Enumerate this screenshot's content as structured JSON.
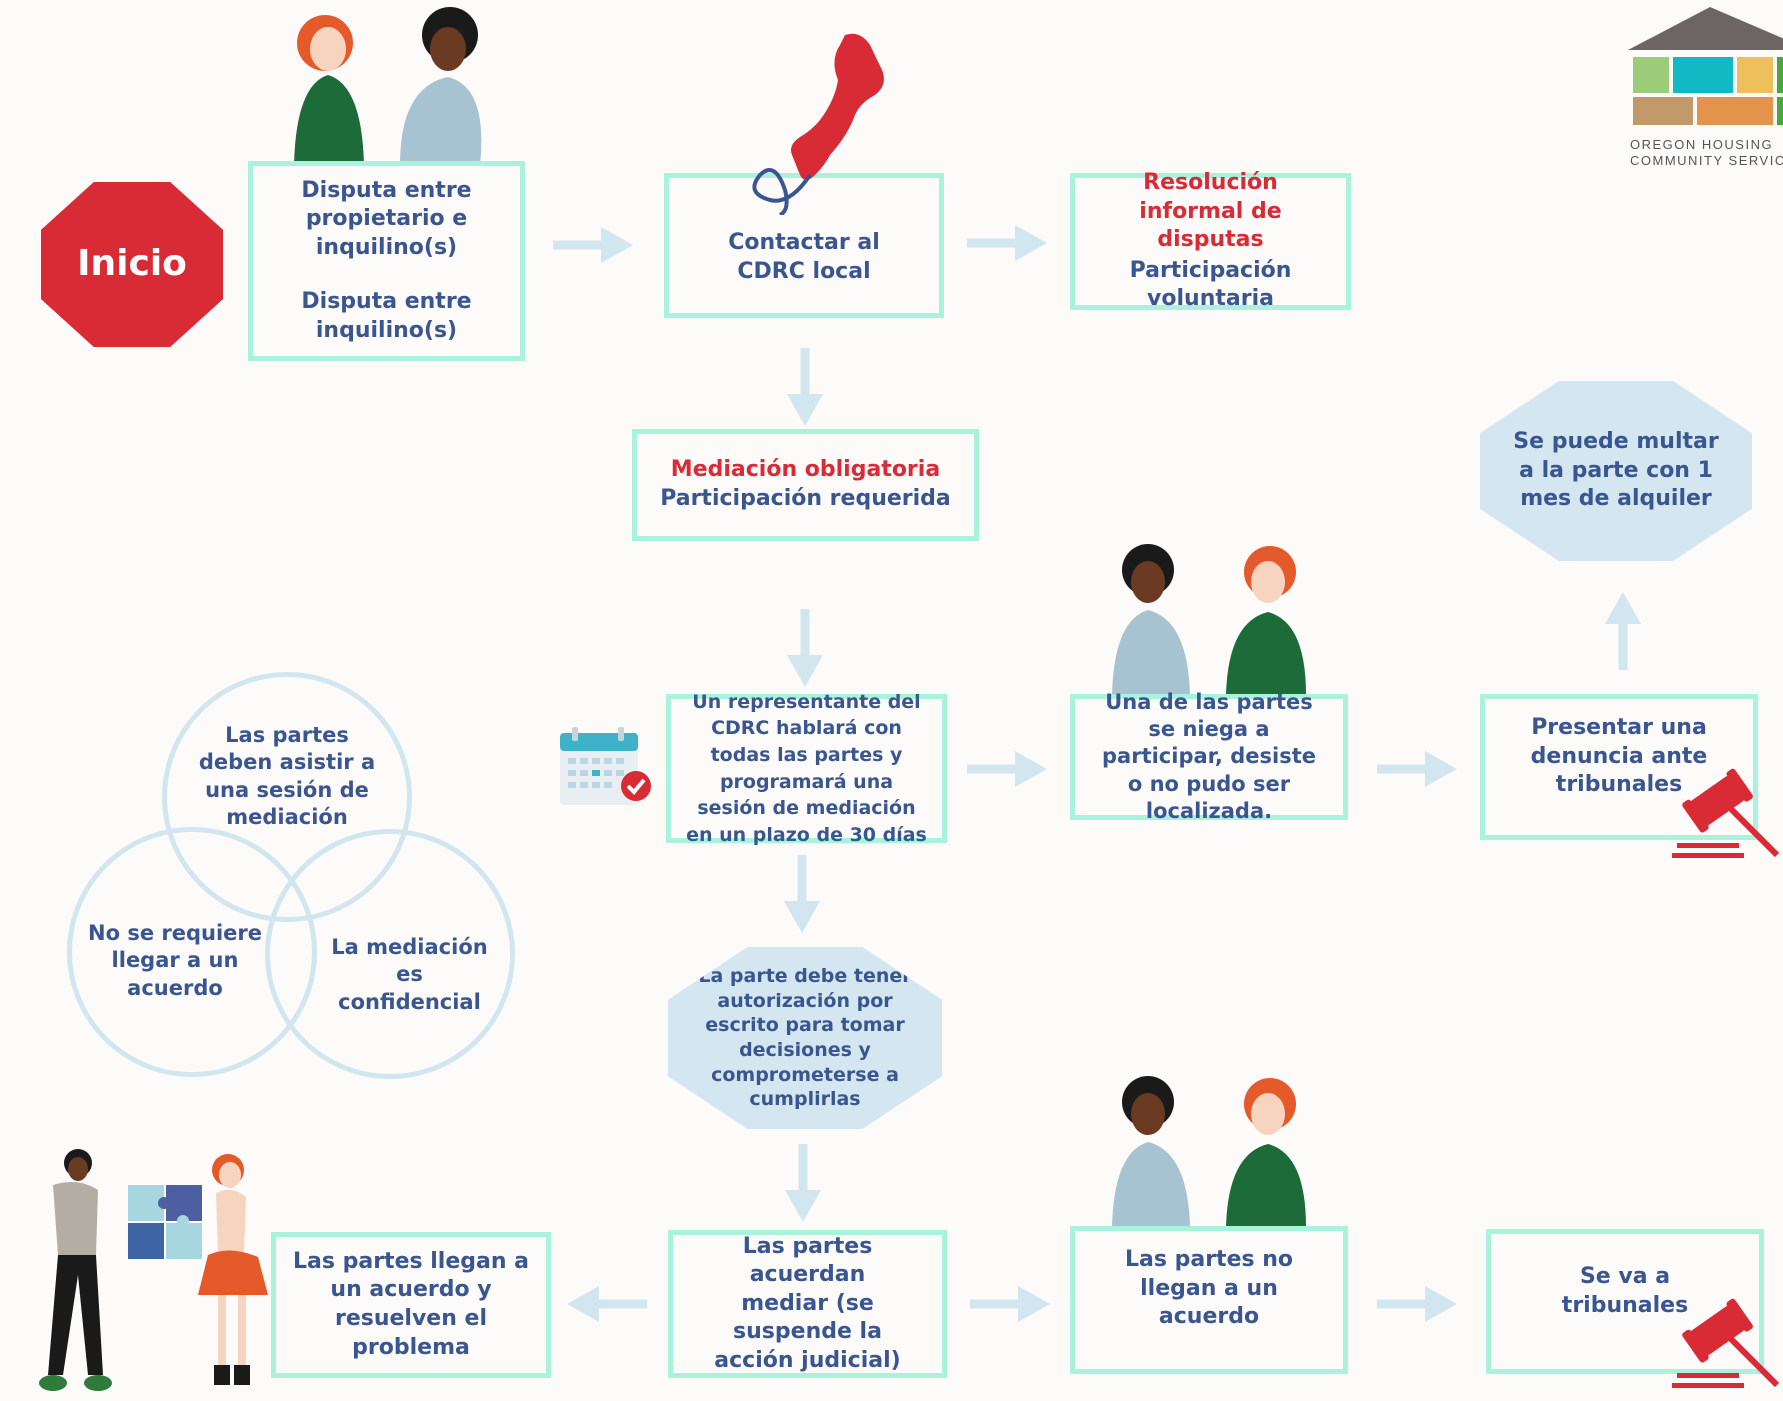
{
  "start": {
    "label": "Inicio"
  },
  "logo": {
    "line1": "OREGON HOUSING",
    "line2": "COMMUNITY SERVICE"
  },
  "dispute_box": {
    "line1": "Disputa entre propietario e inquilino(s)",
    "line2": "Disputa entre inquilino(s)"
  },
  "contact_box": {
    "text": "Contactar al CDRC local"
  },
  "informal_box": {
    "title": "Resolución informal de disputas",
    "subtitle": "Participación voluntaria"
  },
  "mediation_box": {
    "title": "Mediación obligatoria",
    "subtitle": "Participación requerida"
  },
  "fine_octagon": {
    "text": "Se puede multar a la parte con 1 mes de alquiler"
  },
  "representative_box": {
    "text": "Un representante del CDRC hablará con todas las partes y programará una sesión de mediación en un plazo de 30 días"
  },
  "refuses_box": {
    "text": "Una de las partes se niega a participar, desiste o no pudo ser localizada."
  },
  "complaint_box": {
    "text": "Presentar una denuncia ante tribunales"
  },
  "venn": {
    "top": "Las partes deben asistir a una sesión de mediación",
    "left": "No se requiere llegar a un acuerdo",
    "right": "La mediación es confidencial"
  },
  "authorization_octagon": {
    "text": "La parte debe tener autorización por escrito para tomar decisiones y comprometerse a cumplirlas"
  },
  "agree_box": {
    "text": "Las partes acuerdan mediar (se suspende la acción judicial)"
  },
  "resolve_box": {
    "text": "Las partes llegan a un acuerdo y resuelven el problema"
  },
  "no_agreement_box": {
    "text": "Las partes no llegan a un acuerdo"
  },
  "court_box": {
    "text": "Se va a tribunales"
  },
  "colors": {
    "box_border": "#a9f3dc",
    "text_blue": "#3a5690",
    "accent_red": "#d92b35",
    "arrow": "#d2e6ef",
    "octagon_fill": "#d4e6ef"
  }
}
